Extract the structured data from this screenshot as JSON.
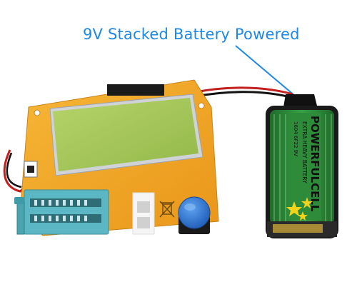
{
  "headline": "9V Stacked Battery Powered",
  "colors": {
    "headline": "#1e88e5",
    "pcb": "#f3a51c",
    "lcd": "#a3c45a",
    "zif_socket": "#5bb7c4",
    "button": "#2a6fd1",
    "battery_body": "#2e8b3a",
    "battery_label": "#1b1b1b"
  },
  "icons": [
    "zif-socket-icon",
    "push-button-icon",
    "recycle-bin-icon",
    "star-icon"
  ],
  "battery": {
    "brand": "POWERFULCELL",
    "subtitle": "EXTRA HEAVY BATTERY",
    "model": "1604  6F22  9V"
  }
}
